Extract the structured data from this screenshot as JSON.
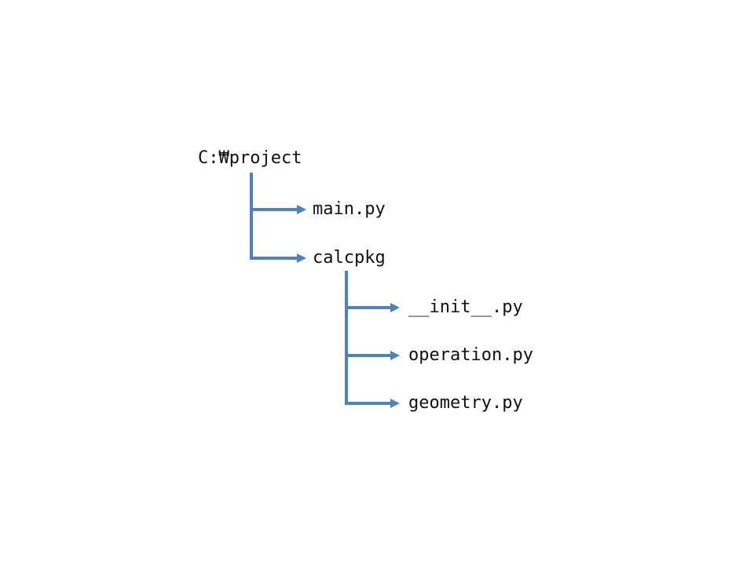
{
  "tree": {
    "root": {
      "label": "C:₩project"
    },
    "children": [
      {
        "label": "main.py"
      },
      {
        "label": "calcpkg",
        "children": [
          {
            "label": "__init__.py"
          },
          {
            "label": "operation.py"
          },
          {
            "label": "geometry.py"
          }
        ]
      }
    ]
  },
  "colors": {
    "line": "#4f81bd",
    "text": "#111111",
    "bg": "#ffffff"
  }
}
